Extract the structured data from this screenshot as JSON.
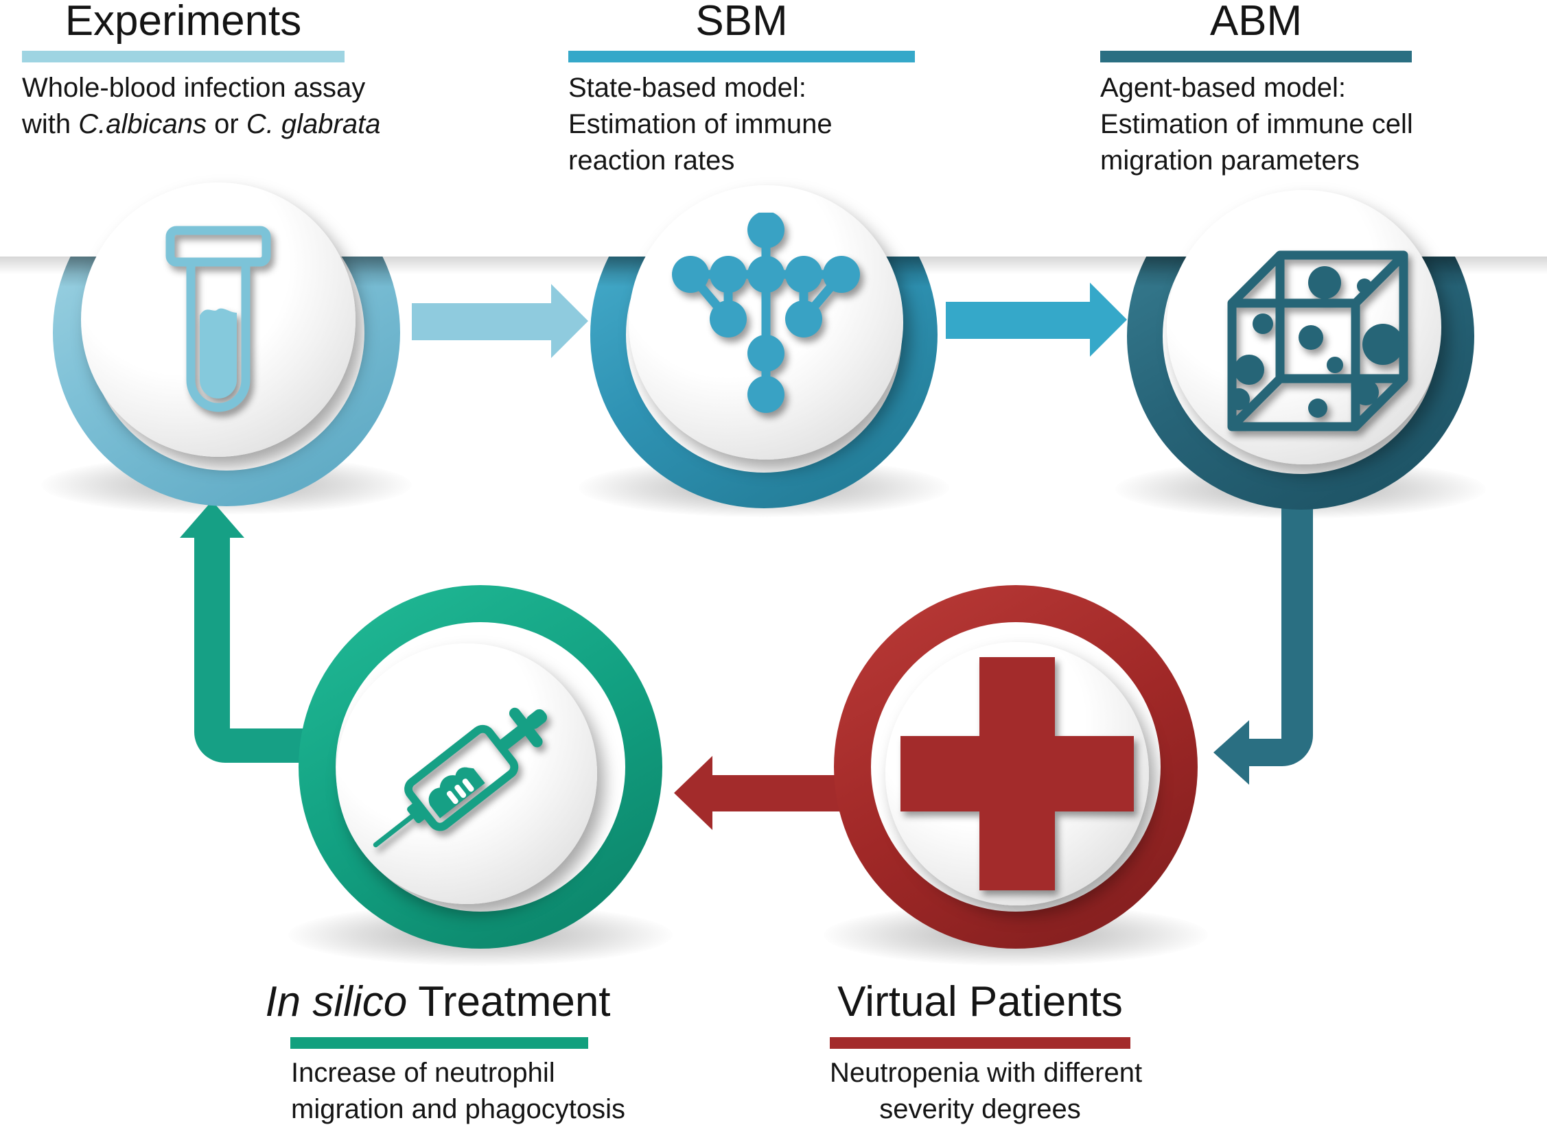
{
  "diagram": {
    "background": "#ffffff",
    "nodes": [
      {
        "id": "experiments",
        "title": "Experiments",
        "subtitle_line1": "Whole-blood infection assay",
        "subtitle_line2_prefix": "with ",
        "species1": "C.albicans",
        "subtitle_line2_mid": " or ",
        "species2": "C. glabrata",
        "ring_color": "#7fc1d7",
        "bar_color": "#9ed4e2",
        "icon": "test-tube-icon"
      },
      {
        "id": "sbm",
        "title": "SBM",
        "subtitle_lines": [
          "State-based model:",
          "Estimation of immune",
          "reaction rates"
        ],
        "ring_color": "#2f93b4",
        "bar_color": "#35a8c9",
        "icon": "network-icon"
      },
      {
        "id": "abm",
        "title": "ABM",
        "subtitle_lines": [
          "Agent-based model:",
          "Estimation of immune cell",
          "migration parameters"
        ],
        "ring_color": "#276478",
        "bar_color": "#2a6f82",
        "icon": "cube-icon"
      },
      {
        "id": "virtual-patients",
        "title": "Virtual Patients",
        "subtitle_lines": [
          "Neutropenia with different",
          "severity degrees"
        ],
        "ring_color": "#a02827",
        "bar_color": "#a32b2b",
        "icon": "medical-cross-icon"
      },
      {
        "id": "in-silico-treatment",
        "title_italic": "In silico",
        "title_rest": " Treatment",
        "subtitle_lines": [
          "Increase of neutrophil",
          "migration and phagocytosis"
        ],
        "ring_color": "#12a081",
        "bar_color": "#12a07e",
        "icon": "syringe-icon"
      }
    ],
    "arrows": [
      {
        "from": "experiments",
        "to": "sbm",
        "color": "#8fcbde",
        "direction": "right"
      },
      {
        "from": "sbm",
        "to": "abm",
        "color": "#35a8c9",
        "direction": "right"
      },
      {
        "from": "abm",
        "to": "virtual-patients",
        "color": "#2a6f82",
        "direction": "down-left"
      },
      {
        "from": "virtual-patients",
        "to": "in-silico-treatment",
        "color": "#a32b2b",
        "direction": "left"
      },
      {
        "from": "in-silico-treatment",
        "to": "experiments",
        "color": "#16a085",
        "direction": "left-up"
      }
    ]
  }
}
